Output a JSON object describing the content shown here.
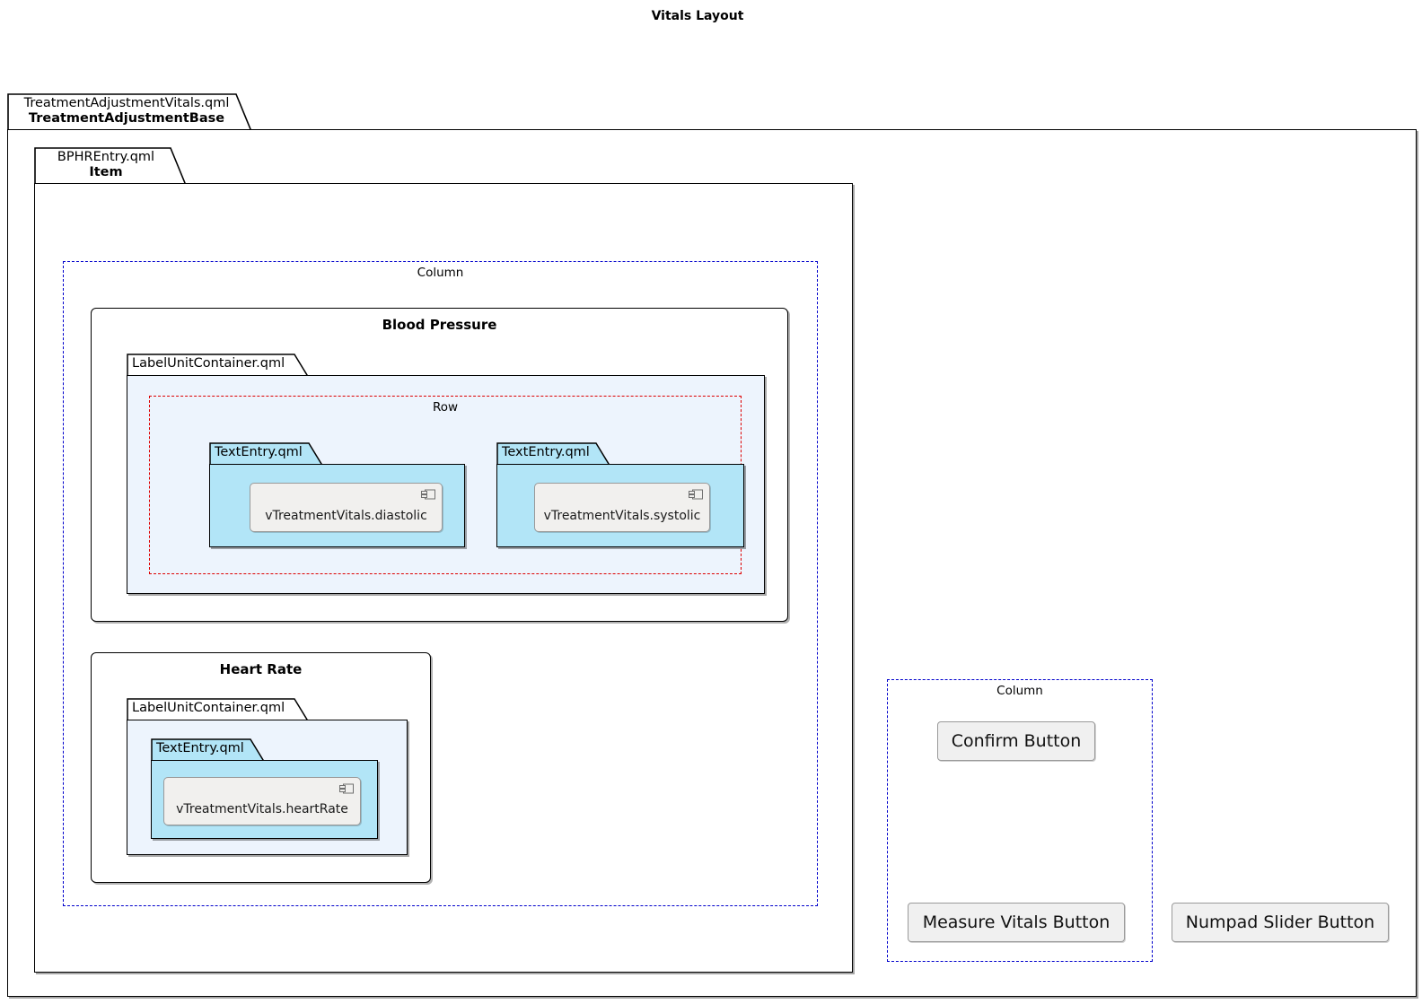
{
  "diagram": {
    "title": "Vitals Layout"
  },
  "packages": {
    "root": {
      "file": "TreatmentAdjustmentVitals.qml",
      "type": "TreatmentAdjustmentBase"
    },
    "bphr": {
      "file": "BPHREntry.qml",
      "type": "Item"
    },
    "label_unit_bp": {
      "file": "LabelUnitContainer.qml"
    },
    "label_unit_hr": {
      "file": "LabelUnitContainer.qml"
    },
    "text_entry_diastolic": {
      "file": "TextEntry.qml"
    },
    "text_entry_systolic": {
      "file": "TextEntry.qml"
    },
    "text_entry_heartrate": {
      "file": "TextEntry.qml"
    }
  },
  "layouts": {
    "main_column": "Column",
    "bp_row": "Row",
    "button_column": "Column"
  },
  "groups": {
    "blood_pressure": "Blood Pressure",
    "heart_rate": "Heart Rate"
  },
  "components": {
    "diastolic": "vTreatmentVitals.diastolic",
    "systolic": "vTreatmentVitals.systolic",
    "heart_rate": "vTreatmentVitals.heartRate"
  },
  "buttons": {
    "confirm": "Confirm Button",
    "measure_vitals": "Measure Vitals Button",
    "numpad_slider": "Numpad Slider Button"
  },
  "icons": {
    "component": "component-icon"
  },
  "colors": {
    "package_cyan": "#B2E5F7",
    "package_lightblue": "#EDF4FD",
    "dashed_column": "#0000CC",
    "dashed_row": "#DD0000",
    "component_fill": "#F1F0EE",
    "button_fill": "#F0F0F0",
    "outline": "#000000"
  }
}
